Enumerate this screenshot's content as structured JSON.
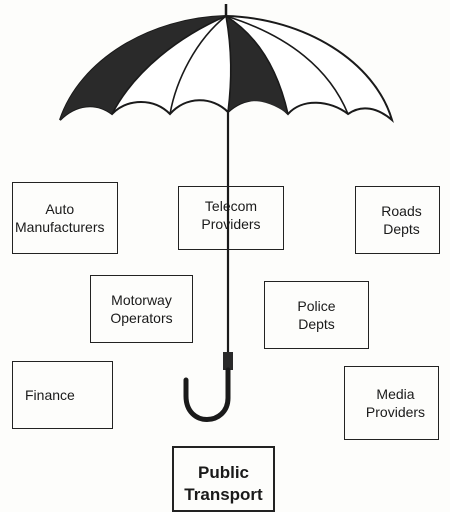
{
  "diagram": {
    "boxes": {
      "auto": "Auto\nManufacturers",
      "telecom": "Telecom\nProviders",
      "roads": "Roads\nDepts",
      "motorway": "Motorway\nOperators",
      "police": "Police\nDepts",
      "finance": "Finance",
      "media": "Media\nProviders",
      "transport": "Public\nTransport"
    }
  },
  "colors": {
    "ink": "#1a1a1a",
    "canopy_dark_panel": "#2a2a2a",
    "canopy_light_panel": "#ffffff"
  },
  "icons": {
    "umbrella": "umbrella-icon"
  }
}
